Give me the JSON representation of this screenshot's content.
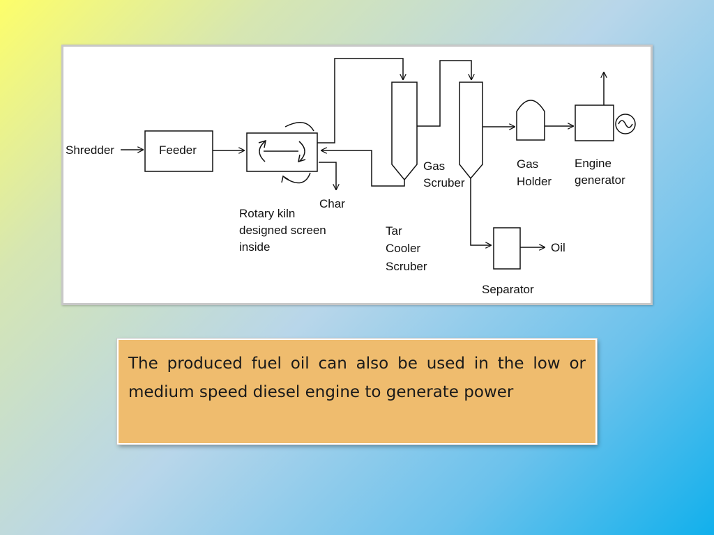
{
  "diagram": {
    "labels": {
      "shredder": "Shredder",
      "feeder": "Feeder",
      "char": "Char",
      "kiln_1": "Rotary kiln",
      "kiln_2": "designed screen",
      "kiln_3": "inside",
      "gas_scrubber_1": "Gas",
      "gas_scrubber_2": "Scruber",
      "tar_1": "Tar",
      "tar_2": "Cooler",
      "tar_3": "Scruber",
      "gas_holder_1": "Gas",
      "gas_holder_2": "Holder",
      "engine_1": "Engine",
      "engine_2": "generator",
      "separator": "Separator",
      "oil": "Oil"
    }
  },
  "note": {
    "text": "The produced fuel oil can also be used in the low or medium speed diesel engine to generate power"
  }
}
